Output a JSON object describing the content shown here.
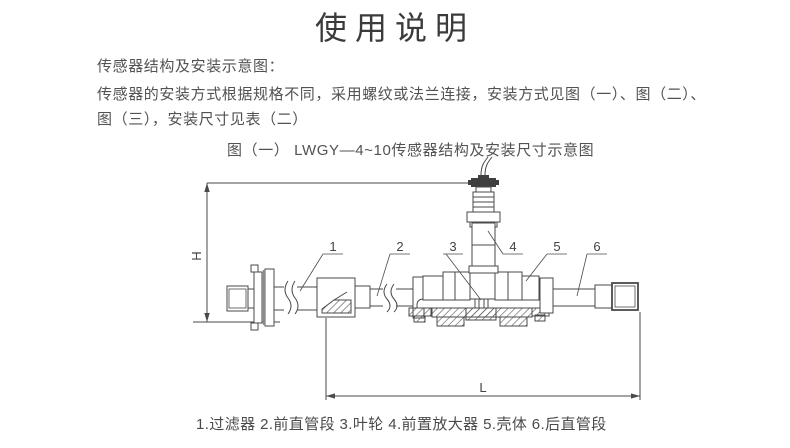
{
  "page": {
    "title": "使用说明",
    "intro_heading": "传感器结构及安装示意图：",
    "paragraph_line1": "传感器的安装方式根据规格不同，采用螺纹或法兰连接，安装方式见图（一）、图（二）、",
    "paragraph_line2": "图（三），安装尺寸见表（二）",
    "figure_caption": "图（一）  LWGY—4~10传感器结构及安装尺寸示意图",
    "parts_legend": "1.过滤器 2.前直管段 3.叶轮 4.前置放大器 5.壳体 6.后直管段"
  },
  "diagram": {
    "dimension_labels": {
      "height": "H",
      "length": "L"
    },
    "parts": [
      {
        "number": "1",
        "name": "过滤器"
      },
      {
        "number": "2",
        "name": "前直管段"
      },
      {
        "number": "3",
        "name": "叶轮"
      },
      {
        "number": "4",
        "name": "前置放大器"
      },
      {
        "number": "5",
        "name": "壳体"
      },
      {
        "number": "6",
        "name": "后直管段"
      }
    ],
    "colors": {
      "line": "#4a4a4a",
      "body_text": "#525252",
      "title_text": "#3b3b3b"
    }
  }
}
